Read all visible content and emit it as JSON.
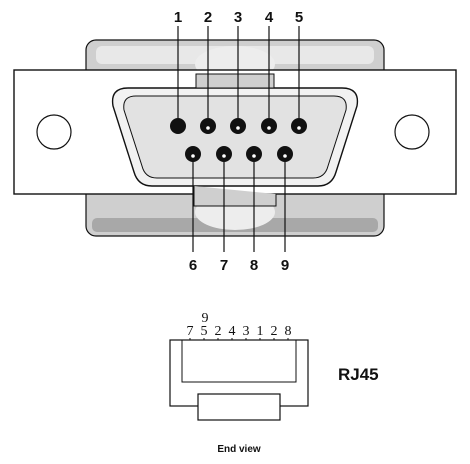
{
  "db9": {
    "top_pins": [
      "1",
      "2",
      "3",
      "4",
      "5"
    ],
    "bottom_pins": [
      "6",
      "7",
      "8",
      "9"
    ]
  },
  "rj45": {
    "top_label": "9",
    "pin_row": [
      "7",
      "5",
      "2",
      "4",
      "3",
      "1",
      "2",
      "8"
    ],
    "title": "RJ45",
    "caption": "End view"
  },
  "colors": {
    "outline": "#111111",
    "shell": "#cfcfcf",
    "shell_shadow": "#9a9a9a",
    "insert": "#e6e6e6",
    "pin": "#111111"
  }
}
